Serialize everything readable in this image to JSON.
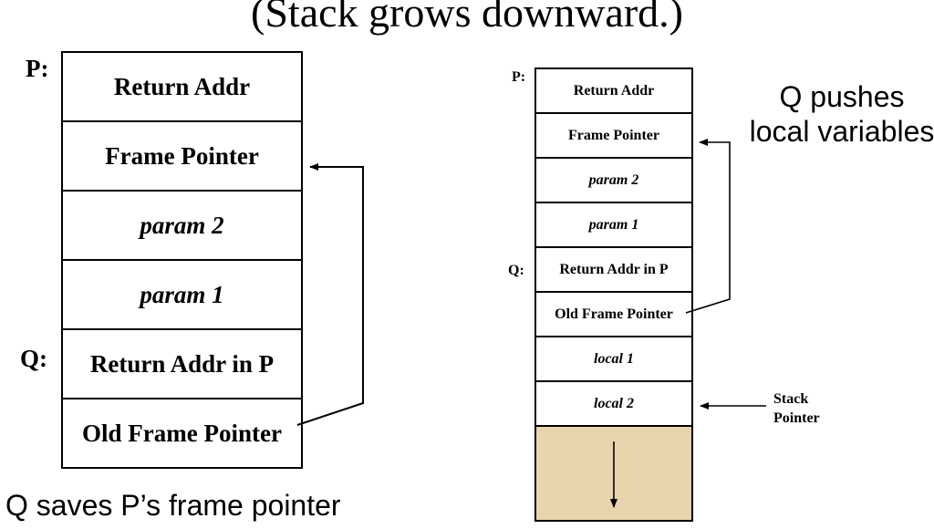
{
  "title": "(Stack grows downward.)",
  "left_diagram": {
    "labels": {
      "p": "P:",
      "q": "Q:"
    },
    "cells": [
      {
        "text": "Return Addr",
        "italic": false
      },
      {
        "text": "Frame Pointer",
        "italic": false
      },
      {
        "text": "param 2",
        "italic": true
      },
      {
        "text": "param 1",
        "italic": true
      },
      {
        "text": "Return Addr in P",
        "italic": false
      },
      {
        "text": "Old Frame Pointer",
        "italic": false
      }
    ],
    "caption": "Q saves P’s frame pointer"
  },
  "right_diagram": {
    "labels": {
      "p": "P:",
      "q": "Q:"
    },
    "cells": [
      {
        "text": "Return Addr",
        "italic": false
      },
      {
        "text": "Frame Pointer",
        "italic": false
      },
      {
        "text": "param 2",
        "italic": true
      },
      {
        "text": "param 1",
        "italic": true
      },
      {
        "text": "Return Addr in P",
        "italic": false
      },
      {
        "text": "Old Frame Pointer",
        "italic": false
      },
      {
        "text": "local 1",
        "italic": true
      },
      {
        "text": "local 2",
        "italic": true
      }
    ],
    "caption_lines": [
      "Q pushes",
      "local variables"
    ],
    "stack_pointer_lines": [
      "Stack",
      "Pointer"
    ],
    "free_region_color": "#e8d5ad"
  }
}
